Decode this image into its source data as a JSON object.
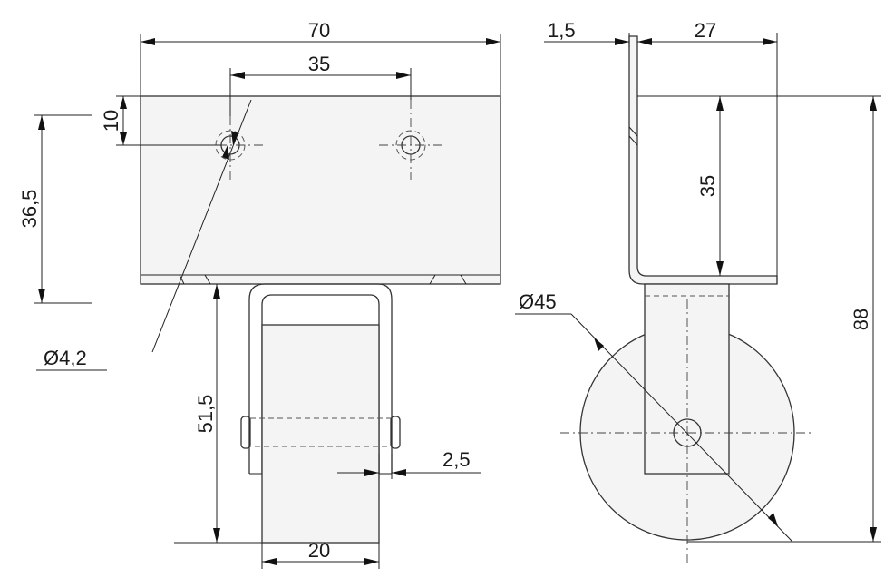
{
  "drawing": {
    "views": [
      "front-view",
      "side-view"
    ],
    "dimensions": {
      "overall_width": "70",
      "hole_spacing": "35",
      "hole_offset_top": "10",
      "hole_height": "36,5",
      "hole_diameter": "Ø4,2",
      "bracket_height": "51,5",
      "wheel_width": "20",
      "axle_play": "2,5",
      "plate_thickness": "1,5",
      "side_depth": "27",
      "side_height": "35",
      "overall_height": "88",
      "wheel_diameter": "Ø45"
    }
  }
}
